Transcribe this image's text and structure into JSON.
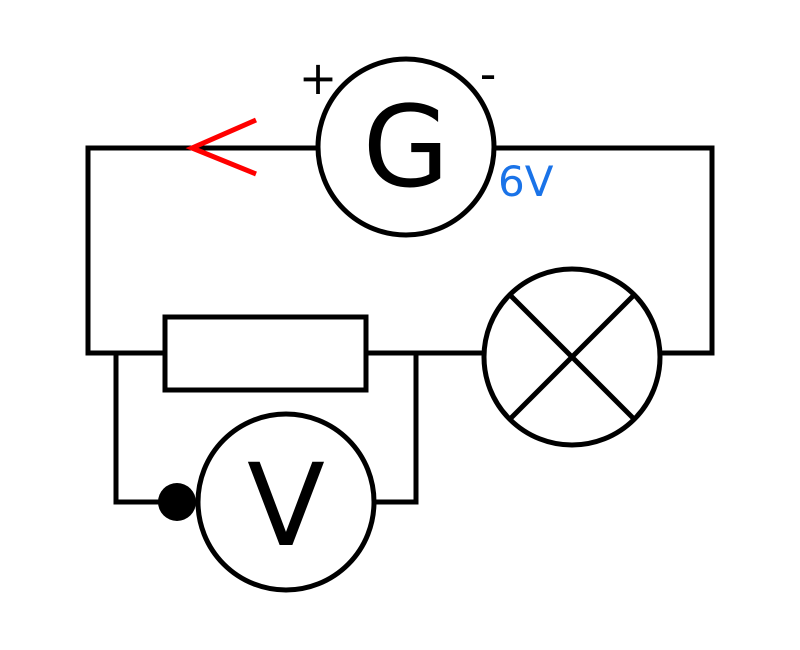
{
  "generator": {
    "symbol_letter": "G",
    "positive_sign": "+",
    "negative_sign": "-",
    "voltage_label": "6V"
  },
  "voltmeter": {
    "symbol_letter": "V"
  },
  "colors": {
    "wire": "#000000",
    "voltage_label": "#1a73e8",
    "current_arrow": "#ff0000",
    "background": "#ffffff"
  }
}
